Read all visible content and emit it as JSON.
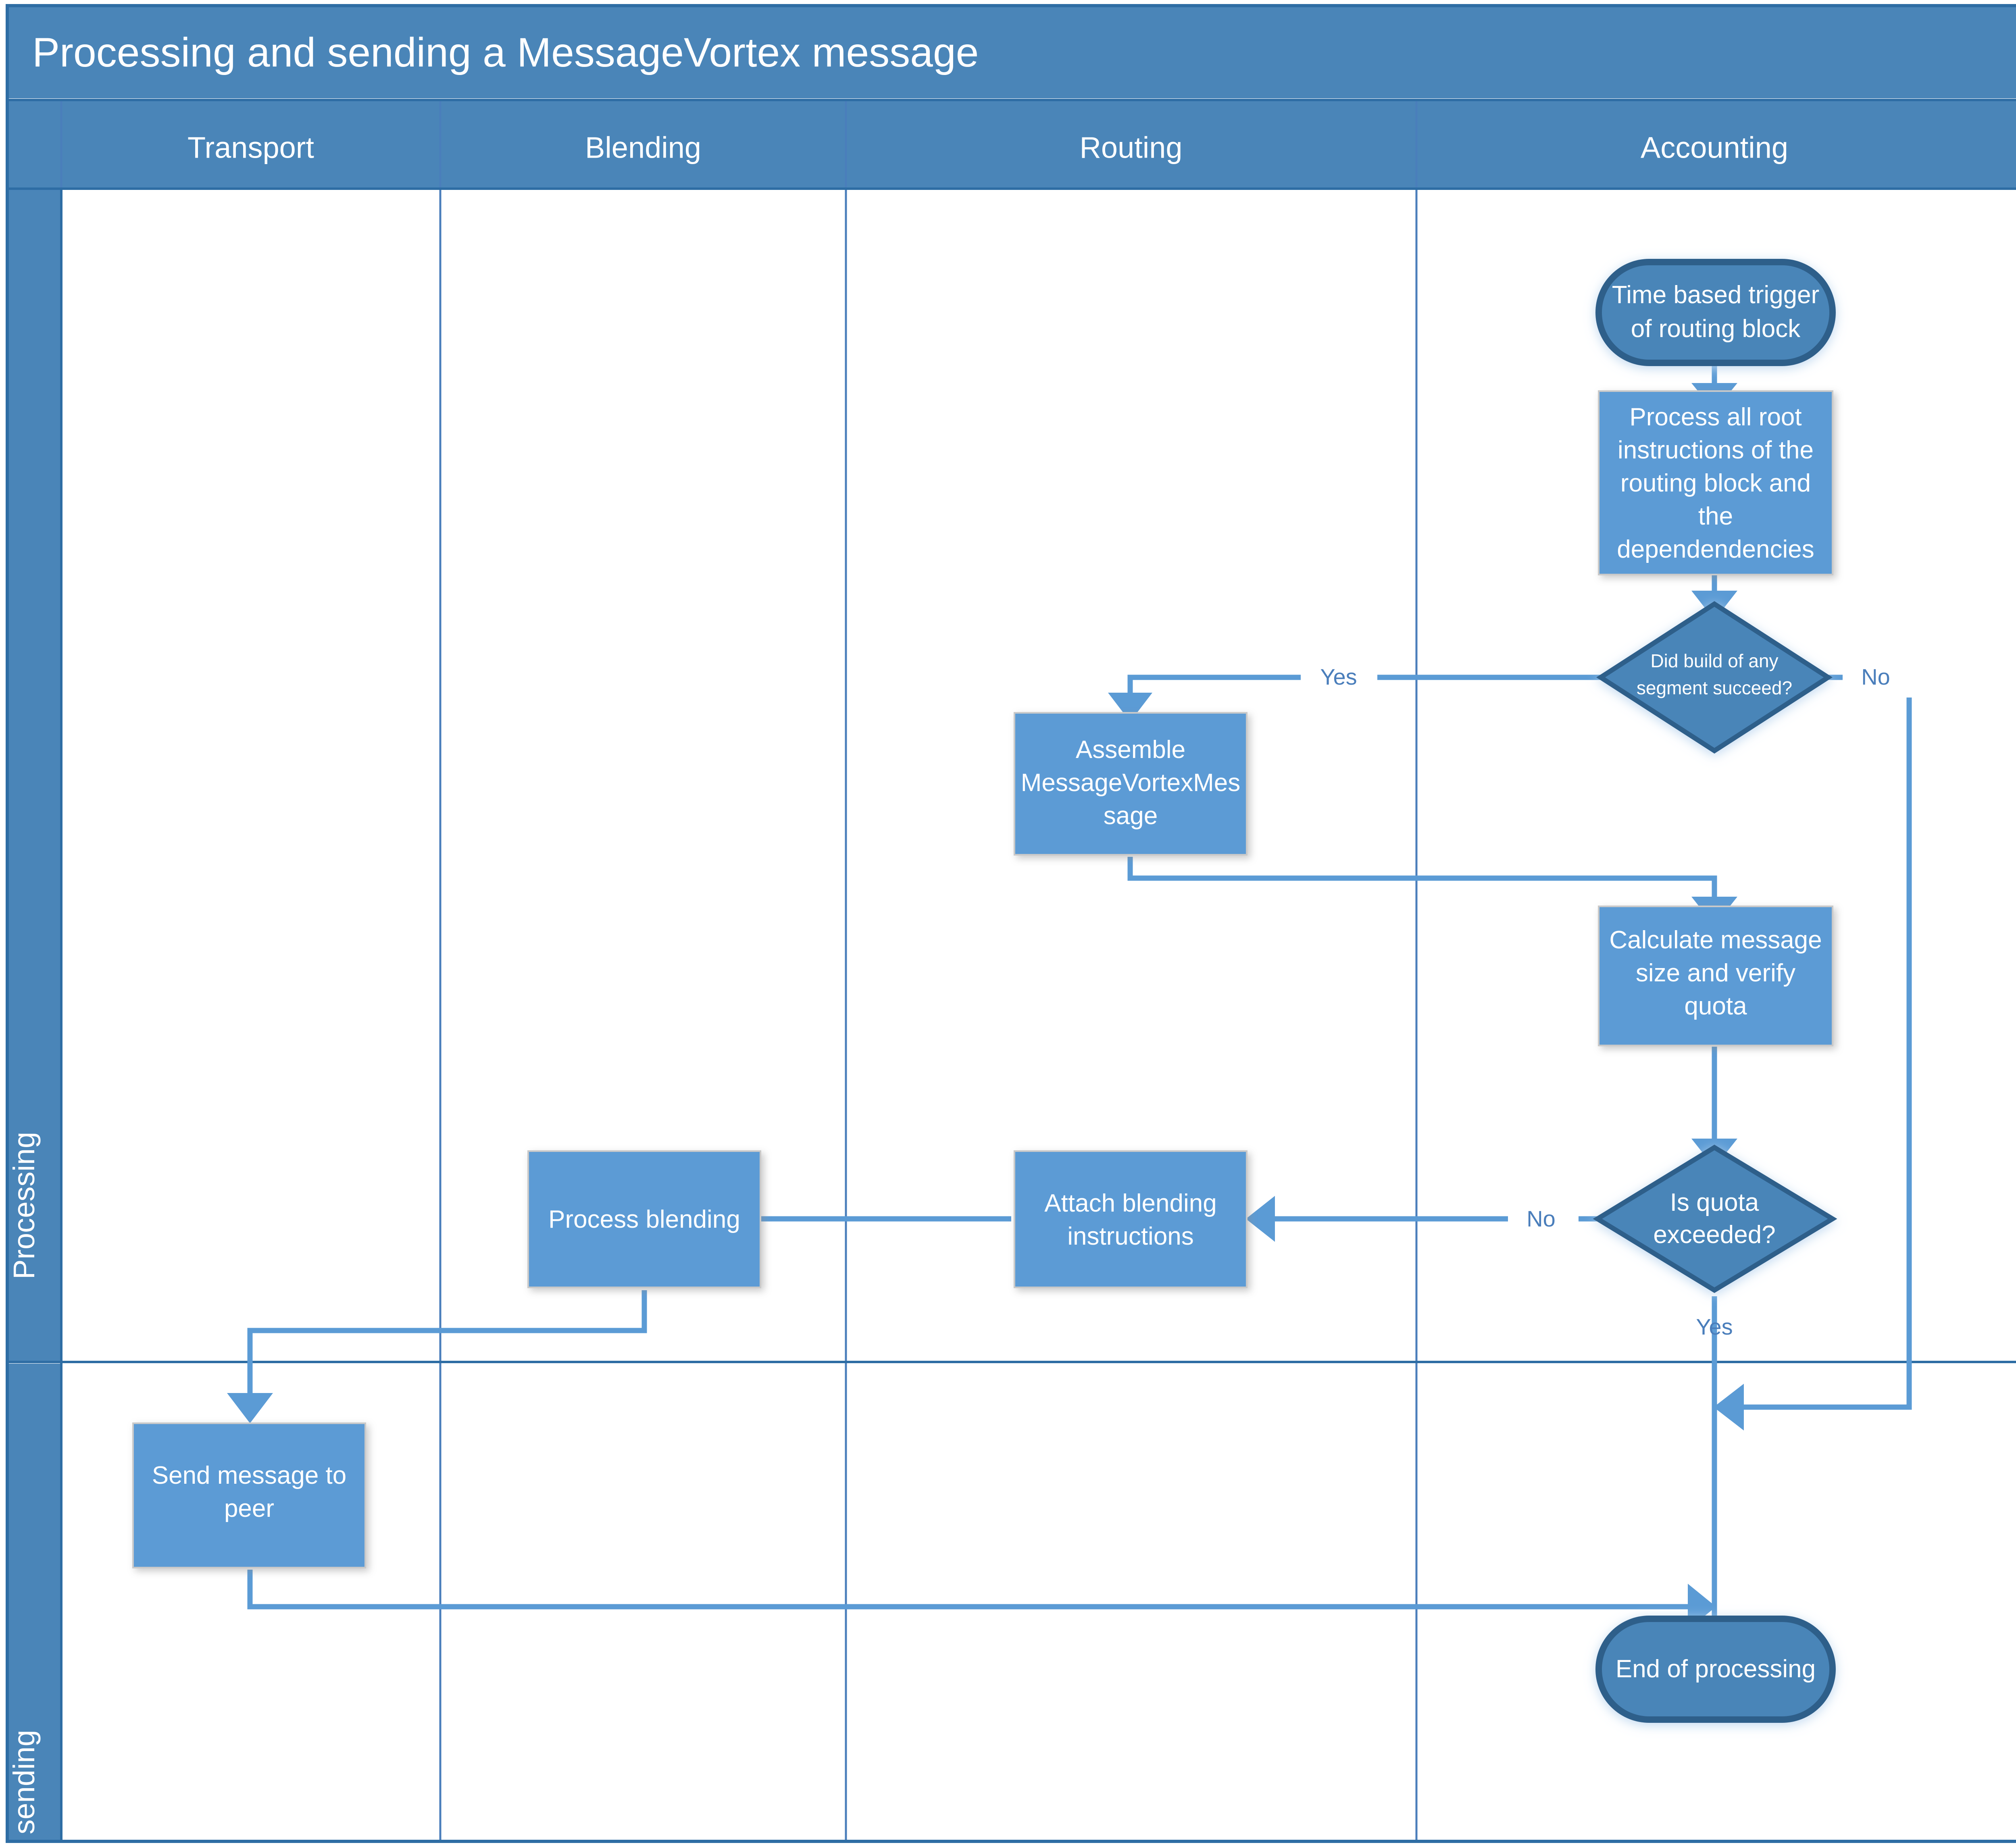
{
  "diagram": {
    "title": "Processing and sending a MessageVortex message",
    "colors": {
      "header_fill": "#4a85b8",
      "process_fill": "#5b9bd5",
      "terminator_fill": "#4a85b8",
      "terminator_stroke": "#2e5f8a",
      "connector": "#5b9bd5",
      "label_text": "#4a7ebb",
      "node_text": "#ffffff",
      "lane_divider": "#2e6da4"
    },
    "lanes": [
      {
        "id": "transport",
        "label": "Transport"
      },
      {
        "id": "blending",
        "label": "Blending"
      },
      {
        "id": "routing",
        "label": "Routing"
      },
      {
        "id": "accounting",
        "label": "Accounting"
      }
    ],
    "phases": [
      {
        "id": "processing",
        "label": "Processing"
      },
      {
        "id": "sending",
        "label": "sending"
      }
    ],
    "nodes": [
      {
        "id": "start",
        "type": "terminator",
        "lane": "accounting",
        "phase": "processing",
        "lines": [
          "Time based trigger",
          "of routing block"
        ]
      },
      {
        "id": "process-root",
        "type": "process",
        "lane": "accounting",
        "phase": "processing",
        "lines": [
          "Process all root",
          "instructions of the",
          "routing block and",
          "the",
          "dependendencies"
        ]
      },
      {
        "id": "build-check",
        "type": "decision",
        "lane": "accounting",
        "phase": "processing",
        "lines": [
          "Did build of any",
          "segment succeed?"
        ]
      },
      {
        "id": "assemble",
        "type": "process",
        "lane": "routing",
        "phase": "processing",
        "lines": [
          "Assemble",
          "MessageVortexMes",
          "sage"
        ]
      },
      {
        "id": "calc-size",
        "type": "process",
        "lane": "accounting",
        "phase": "processing",
        "lines": [
          "Calculate message",
          "size and verify",
          "quota"
        ]
      },
      {
        "id": "quota-check",
        "type": "decision",
        "lane": "accounting",
        "phase": "processing",
        "lines": [
          "Is quota",
          "exceeded?"
        ]
      },
      {
        "id": "attach-blend",
        "type": "process",
        "lane": "routing",
        "phase": "processing",
        "lines": [
          "Attach blending",
          "instructions"
        ]
      },
      {
        "id": "process-blend",
        "type": "process",
        "lane": "blending",
        "phase": "processing",
        "lines": [
          "Process blending"
        ]
      },
      {
        "id": "send-peer",
        "type": "process",
        "lane": "transport",
        "phase": "sending",
        "lines": [
          "Send message to",
          "peer"
        ]
      },
      {
        "id": "end",
        "type": "terminator",
        "lane": "accounting",
        "phase": "sending",
        "lines": [
          "End of processing"
        ]
      }
    ],
    "edges": [
      {
        "from": "start",
        "to": "process-root",
        "label": ""
      },
      {
        "from": "process-root",
        "to": "build-check",
        "label": ""
      },
      {
        "from": "build-check",
        "to": "assemble",
        "label": "Yes"
      },
      {
        "from": "build-check",
        "to": "merge-end",
        "label": "No"
      },
      {
        "from": "assemble",
        "to": "calc-size",
        "label": ""
      },
      {
        "from": "calc-size",
        "to": "quota-check",
        "label": ""
      },
      {
        "from": "quota-check",
        "to": "attach-blend",
        "label": "No"
      },
      {
        "from": "quota-check",
        "to": "end",
        "label": "Yes"
      },
      {
        "from": "attach-blend",
        "to": "process-blend",
        "label": ""
      },
      {
        "from": "process-blend",
        "to": "send-peer",
        "label": ""
      },
      {
        "from": "send-peer",
        "to": "end",
        "label": ""
      }
    ]
  }
}
